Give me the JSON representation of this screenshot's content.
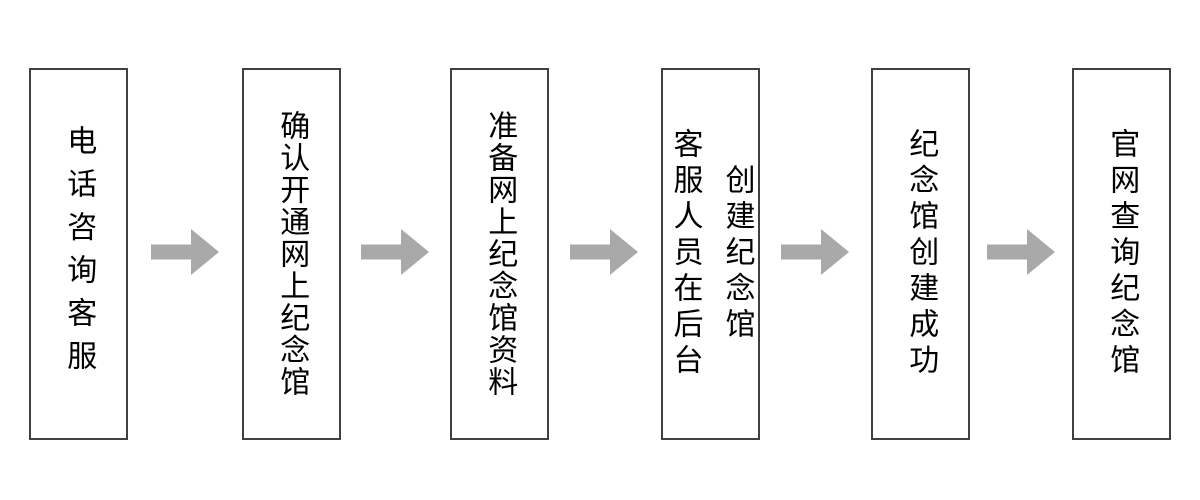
{
  "colors": {
    "background": "#ffffff",
    "box_border": "#404040",
    "box_fill": "#ffffff",
    "text": "#000000",
    "arrow": "#a9a9a9"
  },
  "flow": {
    "type": "flowchart",
    "direction": "left-to-right",
    "connector": "right-block-arrow",
    "steps": [
      {
        "lines": [
          "电话咨询客服"
        ]
      },
      {
        "lines": [
          "确认开通网上纪念馆"
        ]
      },
      {
        "lines": [
          "准备网上纪念馆资料"
        ]
      },
      {
        "lines": [
          "客服人员在后台",
          "创建纪念馆"
        ]
      },
      {
        "lines": [
          "纪念馆创建成功"
        ]
      },
      {
        "lines": [
          "官网查询纪念馆"
        ]
      }
    ]
  }
}
